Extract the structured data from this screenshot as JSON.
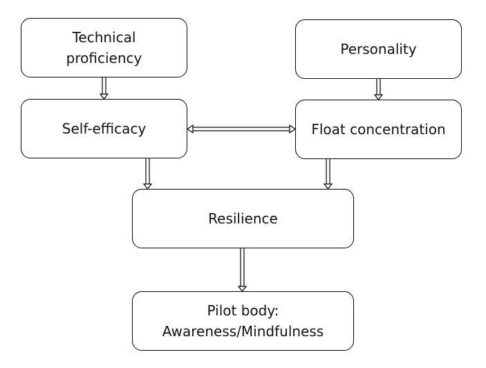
{
  "nodes": {
    "technical_proficiency": {
      "line1": "Technical",
      "line2": "proficiency"
    },
    "personality": {
      "label": "Personality"
    },
    "self_efficacy": {
      "label": "Self-efficacy"
    },
    "float_concentration": {
      "label": "Float concentration"
    },
    "resilience": {
      "label": "Resilience"
    },
    "pilot_body": {
      "line1": "Pilot body:",
      "line2": "Awareness/Mindfulness"
    }
  },
  "edges": [
    {
      "from": "technical_proficiency",
      "to": "self_efficacy",
      "style": "hollow-double-arrow"
    },
    {
      "from": "personality",
      "to": "float_concentration",
      "style": "hollow-double-arrow"
    },
    {
      "from": "self_efficacy",
      "to": "float_concentration",
      "style": "hollow-double-arrow",
      "bidirectional": true
    },
    {
      "from": "self_efficacy",
      "to": "resilience",
      "style": "hollow-double-arrow"
    },
    {
      "from": "float_concentration",
      "to": "resilience",
      "style": "hollow-double-arrow"
    },
    {
      "from": "resilience",
      "to": "pilot_body",
      "style": "hollow-double-arrow"
    }
  ],
  "colors": {
    "stroke": "#000000",
    "text": "#111111",
    "background": "#ffffff"
  }
}
